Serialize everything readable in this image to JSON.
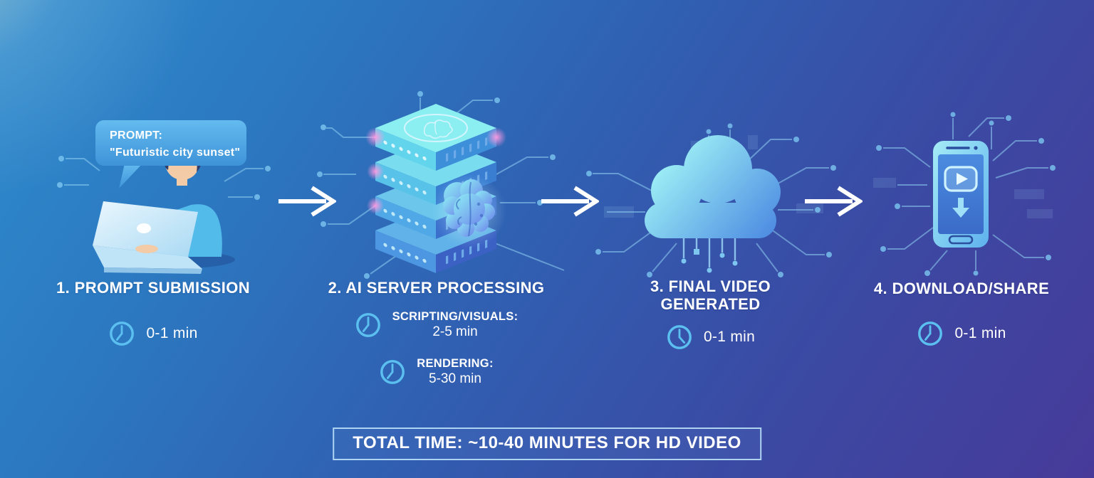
{
  "palette": {
    "background_top_left": "#2E8CCD",
    "background_bottom_right": "#473A99",
    "heading_text": "#FFFFFF",
    "clock_icon": "#5BC0F0",
    "arrow": "#FFFFFF",
    "circuit_lines": "#8FD0F2",
    "speech_bubble": "#4FA9E5",
    "total_box_border": "#AEDCF5"
  },
  "speech_bubble": {
    "line1": "PROMPT:",
    "line2": "\"Futuristic city sunset\""
  },
  "steps": [
    {
      "title": "1. PROMPT SUBMISSION",
      "icon": "person-typing-on-laptop-illustration",
      "times": [
        {
          "value": "0-1 min"
        }
      ]
    },
    {
      "title": "2. AI SERVER PROCESSING",
      "icon": "ai-server-stack-with-brain-illustration",
      "times": [
        {
          "label": "SCRIPTING/VISUALS:",
          "value": "2-5 min"
        },
        {
          "label": "RENDERING:",
          "value": "5-30 min"
        }
      ]
    },
    {
      "title_lines": [
        "3. FINAL VIDEO",
        "GENERATED"
      ],
      "icon": "cloud-illustration",
      "times": [
        {
          "value": "0-1 min"
        }
      ]
    },
    {
      "title": "4. DOWNLOAD/SHARE",
      "icon": "smartphone-play-download-illustration",
      "times": [
        {
          "value": "0-1 min"
        }
      ]
    }
  ],
  "total_banner": "TOTAL TIME: ~10-40 MINUTES FOR HD VIDEO"
}
